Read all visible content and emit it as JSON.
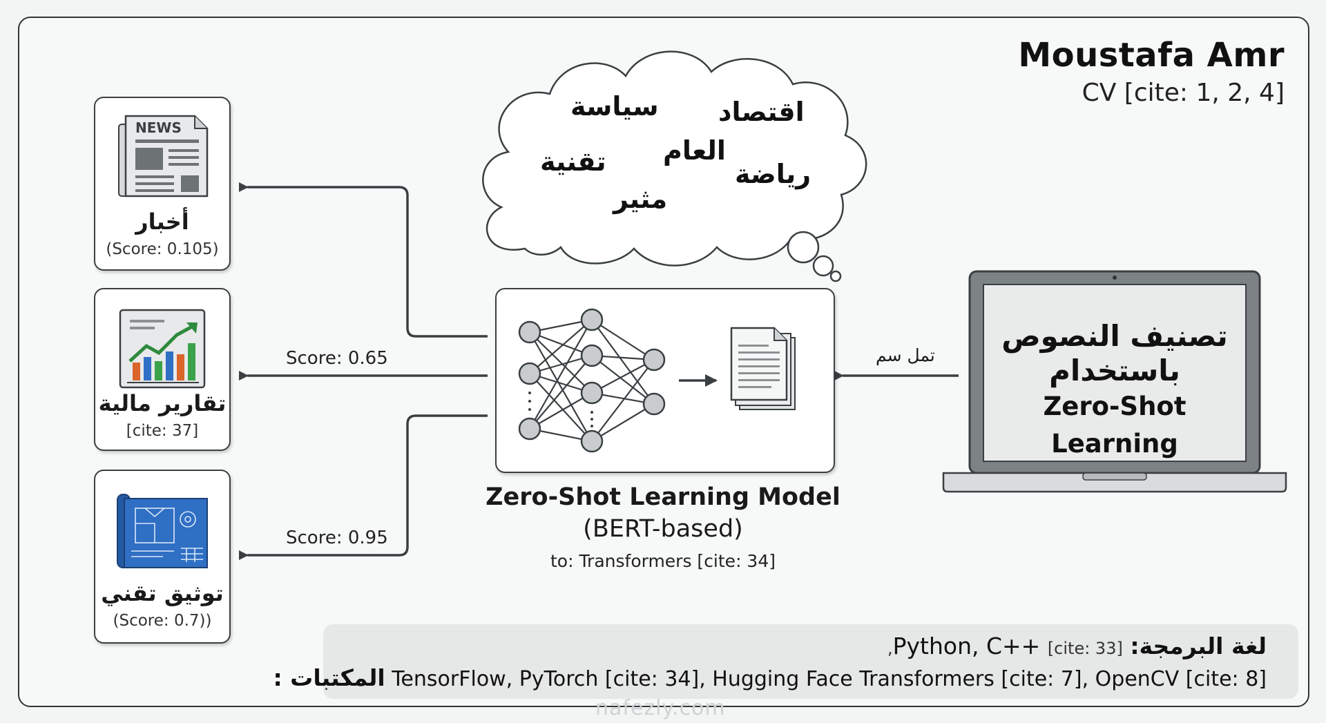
{
  "author": {
    "name": "Moustafa Amr",
    "subtitle": "CV [cite: 1, 2, 4]"
  },
  "cloud_words": [
    "سياسة",
    "اقتصاد",
    "العام",
    "تقنية",
    "رياضة",
    "مثير"
  ],
  "outputs": [
    {
      "title": "أخبار",
      "meta": "(Score: 0.105)",
      "icon": "newspaper-icon",
      "badge": "NEWS"
    },
    {
      "title": "تقارير مالية",
      "meta": "[cite: 37]",
      "icon": "growth-chart-icon"
    },
    {
      "title": "توثيق تقني",
      "meta": "(Score: 0.7))",
      "icon": "blueprint-icon"
    }
  ],
  "arrow_scores": {
    "second": "Score: 0.65",
    "third": "Score: 0.95"
  },
  "model": {
    "title": "Zero-Shot Learning Model",
    "subtitle": "(BERT-based)",
    "note": "to: Transformers [cite: 34]"
  },
  "input_label": "تمل سم",
  "laptop": {
    "line1": "تصنيف النصوص",
    "line2": "باستخدام",
    "line3": "Zero-Shot Learning"
  },
  "info": {
    "lang_key": "لغة البرمجة:",
    "lang_value": " Python, C++ ",
    "lang_cite": "[cite: 33],",
    "libs_key": "المكتبات :",
    "libs_value": " TensorFlow, PyTorch [cite: 34], Hugging Face Transformers [cite: 7], OpenCV [cite: 8]"
  },
  "watermark": "nafezly.com",
  "colors": {
    "border": "#2f3436",
    "arrow": "#3a3f42",
    "node": "#c9cccd",
    "blueprint": "#2f6fc4"
  }
}
